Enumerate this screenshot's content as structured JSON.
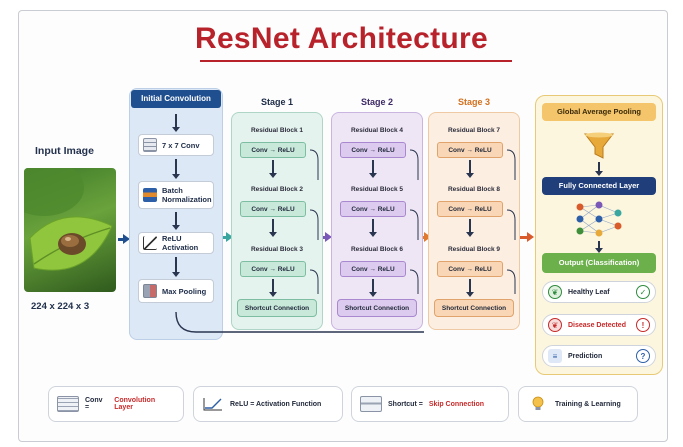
{
  "title": "ResNet Architecture",
  "input": {
    "label": "Input Image",
    "dimensions": "224 x 224 x 3"
  },
  "initial": {
    "header": "Initial Convolution",
    "steps": [
      {
        "label": "7 x 7 Conv",
        "icon": "grid-icon"
      },
      {
        "label": "Batch Normalization",
        "icon": "layers-icon"
      },
      {
        "label": "ReLU Activation",
        "icon": "activation-icon"
      },
      {
        "label": "Max Pooling",
        "icon": "pool-icon"
      }
    ]
  },
  "stages": [
    {
      "title": "Stage 1",
      "blocks": [
        {
          "label": "Residual Block 1",
          "conv": "Conv → ReLU"
        },
        {
          "label": "Residual Block 2",
          "conv": "Conv → ReLU"
        },
        {
          "label": "Residual Block 3",
          "conv": "Conv → ReLU"
        }
      ],
      "shortcut": "Shortcut Connection",
      "color": "#1f8a63"
    },
    {
      "title": "Stage 2",
      "blocks": [
        {
          "label": "Residual Block 4",
          "conv": "Conv → ReLU"
        },
        {
          "label": "Residual Block 5",
          "conv": "Conv → ReLU"
        },
        {
          "label": "Residual Block 6",
          "conv": "Conv → ReLU"
        }
      ],
      "shortcut": "Shortcut Connection",
      "color": "#5d3a94"
    },
    {
      "title": "Stage 3",
      "blocks": [
        {
          "label": "Residual Block 7",
          "conv": "Conv → ReLU"
        },
        {
          "label": "Residual Block 8",
          "conv": "Conv → ReLU"
        },
        {
          "label": "Residual Block 9",
          "conv": "Conv → ReLU"
        }
      ],
      "shortcut": "Shortcut Connection",
      "color": "#d4701e"
    }
  ],
  "output": {
    "pooling": "Global Average Pooling",
    "fc": "Fully Connected Layer",
    "classification": "Output (Classification)",
    "results": [
      {
        "label": "Healthy Leaf",
        "symbol": "✓",
        "color": "#2e8b3d"
      },
      {
        "label": "Disease Detected",
        "symbol": "!",
        "color": "#c72a2a"
      },
      {
        "label": "Prediction",
        "symbol": "?",
        "color": "#2d5fa8"
      }
    ]
  },
  "legend": {
    "conv_prefix": "Conv =",
    "conv_value": "Convolution Layer",
    "relu": "ReLU = Activation Function",
    "shortcut_prefix": "Shortcut =",
    "shortcut_value": "Skip Connection",
    "training": "Training & Learning"
  },
  "colors": {
    "title": "#b8232b",
    "navy": "#1f4f8f",
    "teal": "#3aa6a0",
    "purple": "#7a58b8",
    "orange": "#e07a2c",
    "green": "#3e8e3a"
  }
}
